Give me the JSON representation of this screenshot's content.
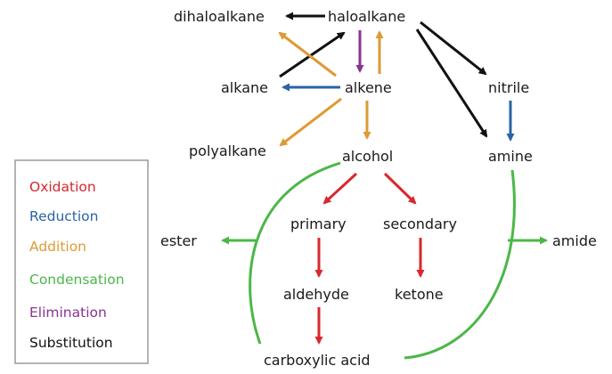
{
  "nodes": {
    "dihaloalkane": "dihaloalkane",
    "haloalkane": "haloalkane",
    "alkane": "alkane",
    "alkene": "alkene",
    "nitrile": "nitrile",
    "polyalkane": "polyalkane",
    "alcohol": "alcohol",
    "amine": "amine",
    "ester": "ester",
    "primary": "primary",
    "secondary": "secondary",
    "amide": "amide",
    "aldehyde": "aldehyde",
    "ketone": "ketone",
    "carboxylic_acid": "carboxylic acid"
  },
  "legend": {
    "items": [
      {
        "label": "Oxidation",
        "color": "#d7282e"
      },
      {
        "label": "Reduction",
        "color": "#2a64a6"
      },
      {
        "label": "Addition",
        "color": "#de9a34"
      },
      {
        "label": "Condensation",
        "color": "#4cb748"
      },
      {
        "label": "Elimination",
        "color": "#8a3393"
      },
      {
        "label": "Substitution",
        "color": "#111111"
      }
    ]
  },
  "colors": {
    "oxidation": "#d7282e",
    "reduction": "#2a64a6",
    "addition": "#de9a34",
    "condensation": "#4cb748",
    "elimination": "#8a3393",
    "substitution": "#111111"
  }
}
